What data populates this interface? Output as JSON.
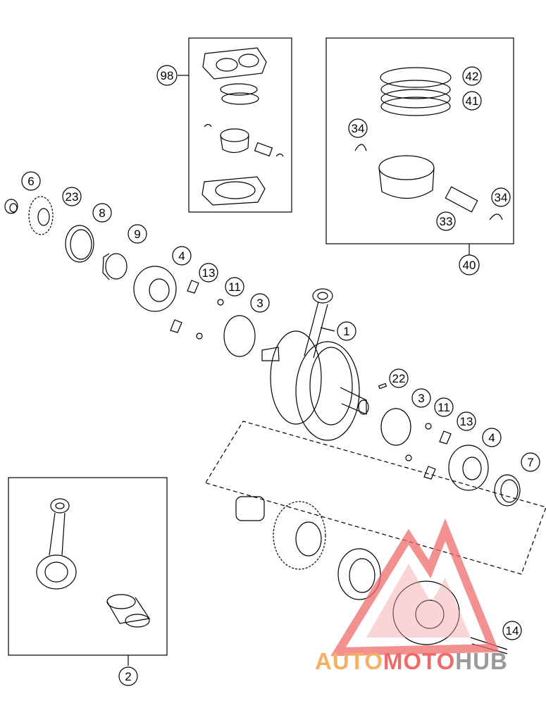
{
  "callouts": {
    "c98": "98",
    "c42": "42",
    "c41": "41",
    "c34a": "34",
    "c34b": "34",
    "c33": "33",
    "c40": "40",
    "c6": "6",
    "c23": "23",
    "c8": "8",
    "c9": "9",
    "c4a": "4",
    "c13a": "13",
    "c11a": "11",
    "c3a": "3",
    "c1": "1",
    "c22": "22",
    "c3b": "3",
    "c11b": "11",
    "c13b": "13",
    "c4b": "4",
    "c7": "7",
    "c14": "14",
    "c2": "2"
  },
  "watermark": {
    "part1": "AUTO",
    "part2": "MOTO",
    "part3": "HUB"
  },
  "colors": {
    "line": "#000000",
    "watermark_orange": "#f5b066",
    "watermark_red": "#ef6b6b",
    "watermark_gray": "#9a9a9a"
  }
}
